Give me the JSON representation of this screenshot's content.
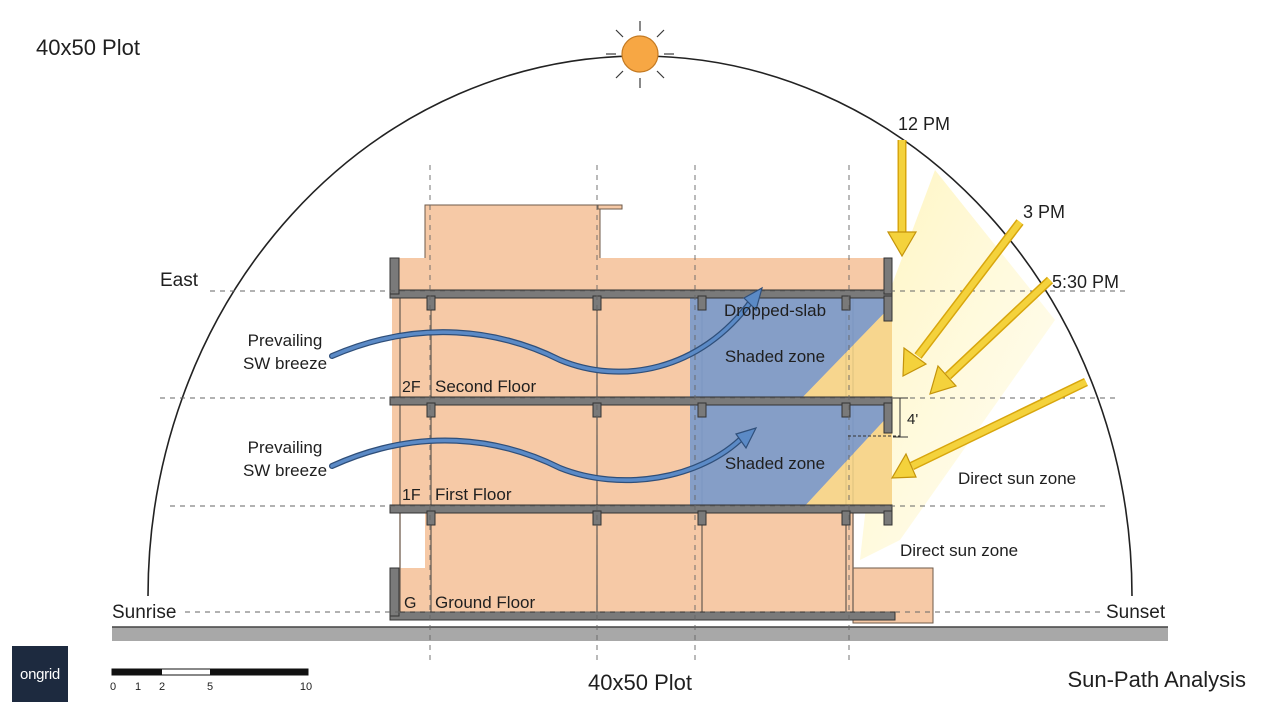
{
  "title_top": "40x50 Plot",
  "title_bottom": "40x50 Plot",
  "caption": "Sun-Path Analysis",
  "logo_text": "ongrid",
  "directions": {
    "east": "East",
    "sunrise": "Sunrise",
    "sunset": "Sunset"
  },
  "sun_times": {
    "t12": "12 PM",
    "t3": "3 PM",
    "t530": "5:30 PM"
  },
  "floors": [
    {
      "code": "2F",
      "name": "Second Floor"
    },
    {
      "code": "1F",
      "name": "First Floor"
    },
    {
      "code": "G",
      "name": "Ground Floor"
    }
  ],
  "breezes": [
    {
      "line1": "Prevailing",
      "line2": "SW breeze"
    },
    {
      "line1": "Prevailing",
      "line2": "SW breeze"
    }
  ],
  "zones": {
    "dropped_slab": "Dropped-slab",
    "shaded_upper": "Shaded zone",
    "shaded_lower": "Shaded zone",
    "direct_sun_1": "Direct sun zone",
    "direct_sun_2": "Direct sun zone"
  },
  "dimension": "4'",
  "scale_ticks": [
    "0",
    "1",
    "2",
    "5",
    "10"
  ],
  "colors": {
    "building": "#f6c9a6",
    "shade": "#7e9cc8",
    "sun": "#f5c53a",
    "sun_ray": "#f4d23c",
    "breeze": "#4a7ab8",
    "slab": "#7a7a7a",
    "ground": "#a8a8a8",
    "logo_bg": "#1d2a3f"
  }
}
